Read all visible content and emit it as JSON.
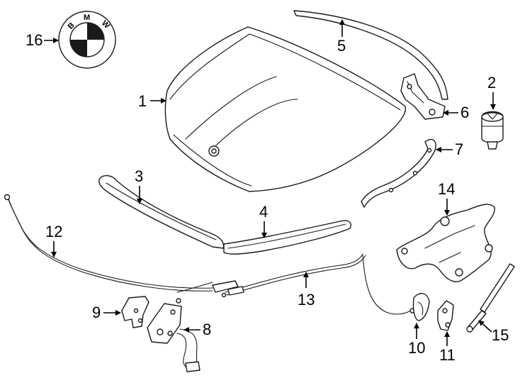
{
  "callouts": {
    "c1": "1",
    "c2": "2",
    "c3": "3",
    "c4": "4",
    "c5": "5",
    "c6": "6",
    "c7": "7",
    "c8": "8",
    "c9": "9",
    "c10": "10",
    "c11": "11",
    "c12": "12",
    "c13": "13",
    "c14": "14",
    "c15": "15",
    "c16": "16"
  },
  "emblem": {
    "letters": [
      "B",
      "M",
      "W"
    ]
  }
}
